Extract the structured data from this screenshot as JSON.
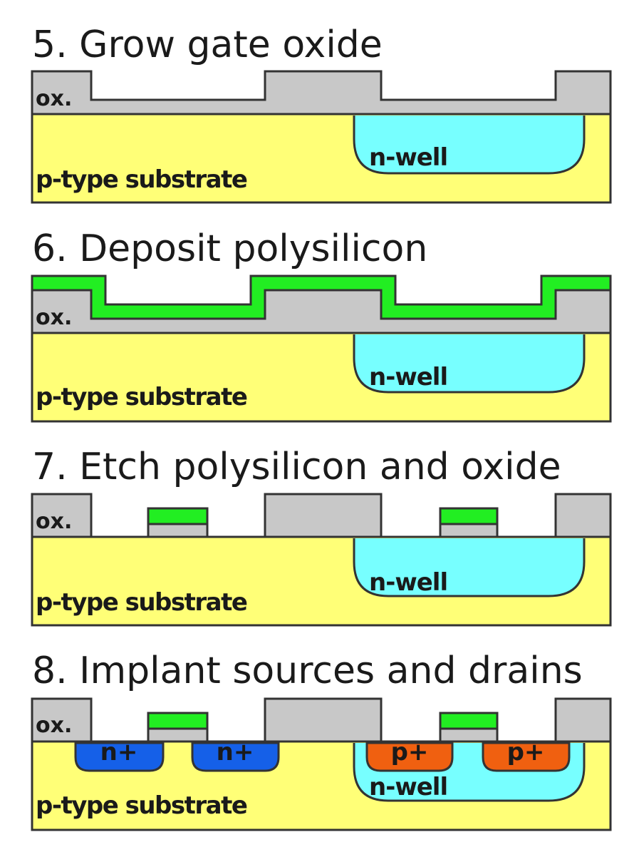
{
  "steps": [
    {
      "title": "5. Grow gate oxide",
      "labels": {
        "oxide": "ox.",
        "substrate": "p-type substrate",
        "well": "n-well"
      }
    },
    {
      "title": "6. Deposit polysilicon",
      "labels": {
        "oxide": "ox.",
        "substrate": "p-type substrate",
        "well": "n-well"
      }
    },
    {
      "title": "7. Etch polysilicon and oxide",
      "labels": {
        "oxide": "ox.",
        "substrate": "p-type substrate",
        "well": "n-well"
      }
    },
    {
      "title": "8. Implant sources and drains",
      "labels": {
        "oxide": "ox.",
        "substrate": "p-type substrate",
        "well": "n-well",
        "n_implants": [
          "n+",
          "n+"
        ],
        "p_implants": [
          "p+",
          "p+"
        ]
      }
    }
  ],
  "colors": {
    "substrate": "#ffff77",
    "oxide": "#c8c8c8",
    "nwell": "#77ffff",
    "polysilicon": "#22ee22",
    "n_implant": "#1560e8",
    "p_implant": "#f06010",
    "outline": "#333333"
  }
}
